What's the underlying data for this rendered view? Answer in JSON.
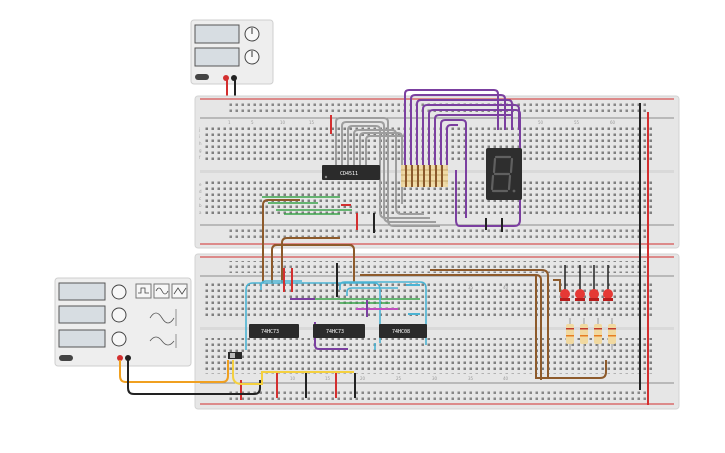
{
  "chips": {
    "decoder": "CD4511",
    "ff1": "74HC73",
    "ff2": "74HC73",
    "and_gate": "74HC08"
  },
  "breadboard": {
    "row_letters_top": [
      "j",
      "i",
      "h",
      "g",
      "f"
    ],
    "row_letters_bottom": [
      "e",
      "d",
      "c",
      "b",
      "a"
    ],
    "column_numbers": [
      "1",
      "5",
      "10",
      "15",
      "20",
      "25",
      "30",
      "35",
      "40",
      "45",
      "50",
      "55",
      "60"
    ]
  },
  "colors": {
    "board": "#e6e6e6",
    "rail_red": "#d32f2f",
    "rail_black": "#222222",
    "wire_purple": "#7b3fa0",
    "wire_gray": "#9e9e9e",
    "wire_brown": "#8d5a2b",
    "wire_green": "#3aa34a",
    "wire_cyan": "#4bb3d3",
    "wire_orange": "#f0a020",
    "wire_yellow": "#f4d03f",
    "led_red": "#e53935",
    "chip": "#2b2b2b",
    "display": "#2e2e2e"
  },
  "icons": {
    "supply_knob": "knob-icon",
    "square_wave": "square-wave-icon",
    "triangle_wave": "triangle-wave-icon",
    "sine_wave": "sine-wave-icon"
  }
}
